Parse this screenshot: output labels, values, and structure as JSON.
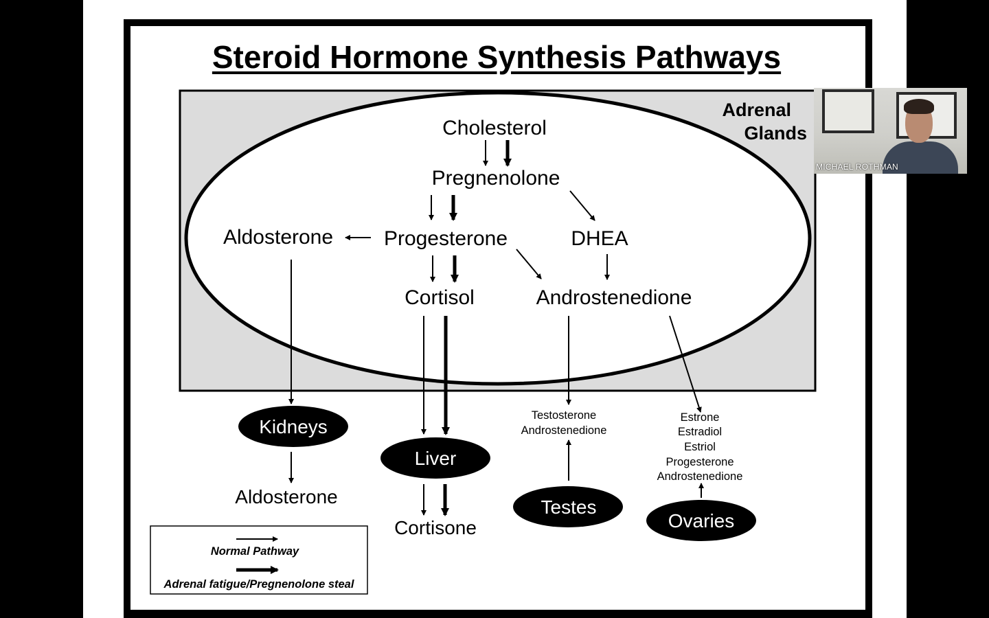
{
  "title": "Steroid Hormone Synthesis Pathways",
  "region_label_line1": "Adrenal",
  "region_label_line2": "Glands",
  "adrenal": {
    "cholesterol": "Cholesterol",
    "pregnenolone": "Pregnenolone",
    "progesterone": "Progesterone",
    "aldosterone": "Aldosterone",
    "dhea": "DHEA",
    "cortisol": "Cortisol",
    "androstenedione": "Androstenedione"
  },
  "organs": {
    "kidneys": "Kidneys",
    "liver": "Liver",
    "testes": "Testes",
    "ovaries": "Ovaries"
  },
  "outputs": {
    "kidney_aldosterone": "Aldosterone",
    "cortisone": "Cortisone",
    "testes_products": [
      "Testosterone",
      "Androstenedione"
    ],
    "ovary_products": [
      "Estrone",
      "Estradiol",
      "Estriol",
      "Progesterone",
      "Androstenedione"
    ]
  },
  "legend": {
    "normal": "Normal Pathway",
    "steal": "Adrenal fatigue/Pregnenolone steal"
  },
  "video": {
    "participant_name": "MICHAEL ROTHMAN"
  },
  "colors": {
    "background": "#000000",
    "screen": "#ffffff",
    "gland_box": "#dcdcdc",
    "organ_fill": "#000000"
  }
}
